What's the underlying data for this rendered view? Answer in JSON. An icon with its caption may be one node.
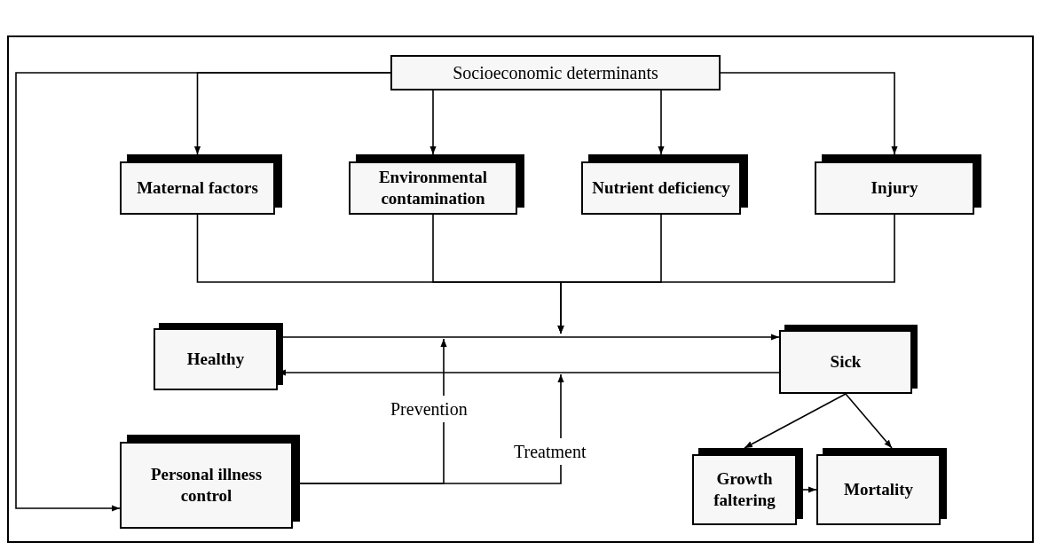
{
  "diagram": {
    "nodes": [
      {
        "text": [
          "Socioeconomic determinants"
        ]
      },
      {
        "text": [
          "Maternal factors"
        ]
      },
      {
        "text": [
          "Environmental contamination"
        ]
      },
      {
        "text": [
          "Nutrient deficiency"
        ]
      },
      {
        "text": [
          "Injury"
        ]
      },
      {
        "text": [
          "Healthy"
        ]
      },
      {
        "text": [
          "Sick"
        ]
      },
      {
        "text": [
          "Personal illness control"
        ]
      },
      {
        "text": [
          "Growth faltering"
        ]
      },
      {
        "text": [
          "Mortality"
        ]
      }
    ],
    "edges": [
      {
        "from": 0,
        "to": 1,
        "arrow": "to"
      },
      {
        "from": 0,
        "to": 2,
        "arrow": "to"
      },
      {
        "from": 0,
        "to": 3,
        "arrow": "to"
      },
      {
        "from": 0,
        "to": 4,
        "arrow": "to"
      },
      {
        "from": 0,
        "to": 7,
        "arrow": "to"
      },
      {
        "from": 1,
        "to": null,
        "arrow": "to"
      },
      {
        "from": 2,
        "to": null,
        "arrow": "to"
      },
      {
        "from": 3,
        "to": null,
        "arrow": "to"
      },
      {
        "from": 4,
        "to": null,
        "arrow": "to"
      },
      {
        "from": 5,
        "to": 6,
        "arrow": "to"
      },
      {
        "from": 6,
        "to": 5,
        "arrow": "to"
      },
      {
        "from": 7,
        "to": null,
        "arrow": "to",
        "label": "Prevention"
      },
      {
        "from": 7,
        "to": null,
        "arrow": "to",
        "label": "Treatment"
      },
      {
        "from": 6,
        "to": 8,
        "arrow": "to"
      },
      {
        "from": 6,
        "to": 9,
        "arrow": "to"
      },
      {
        "from": 8,
        "to": 9,
        "arrow": "to"
      }
    ]
  }
}
